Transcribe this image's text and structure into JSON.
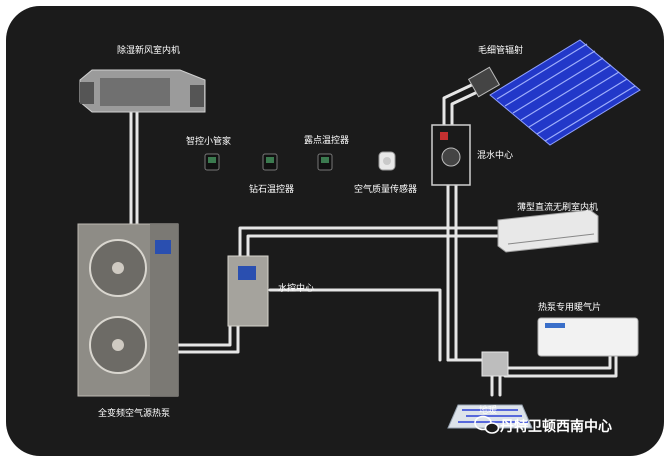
{
  "labels": {
    "fresh_air_unit": "除湿新风室内机",
    "smart_butler": "智控小管家",
    "dew_point_thermostat": "露点温控器",
    "diamond_thermostat": "钻石温控器",
    "air_quality_sensor": "空气质量传感器",
    "capillary_radiation": "毛细管辐射",
    "mixing_center": "混水中心",
    "thin_dc_unit": "薄型直流无刷室内机",
    "water_control_center": "水控中心",
    "heat_pump_radiator": "热泵专用暖气片",
    "floor_heating": "地暖",
    "heat_pump": "全变频空气源热泵"
  },
  "watermark": "丹特卫顿西南中心",
  "colors": {
    "background": "#1a1a1a",
    "pipe": "#e6e6e6",
    "capillary": "#2b3fd6"
  }
}
